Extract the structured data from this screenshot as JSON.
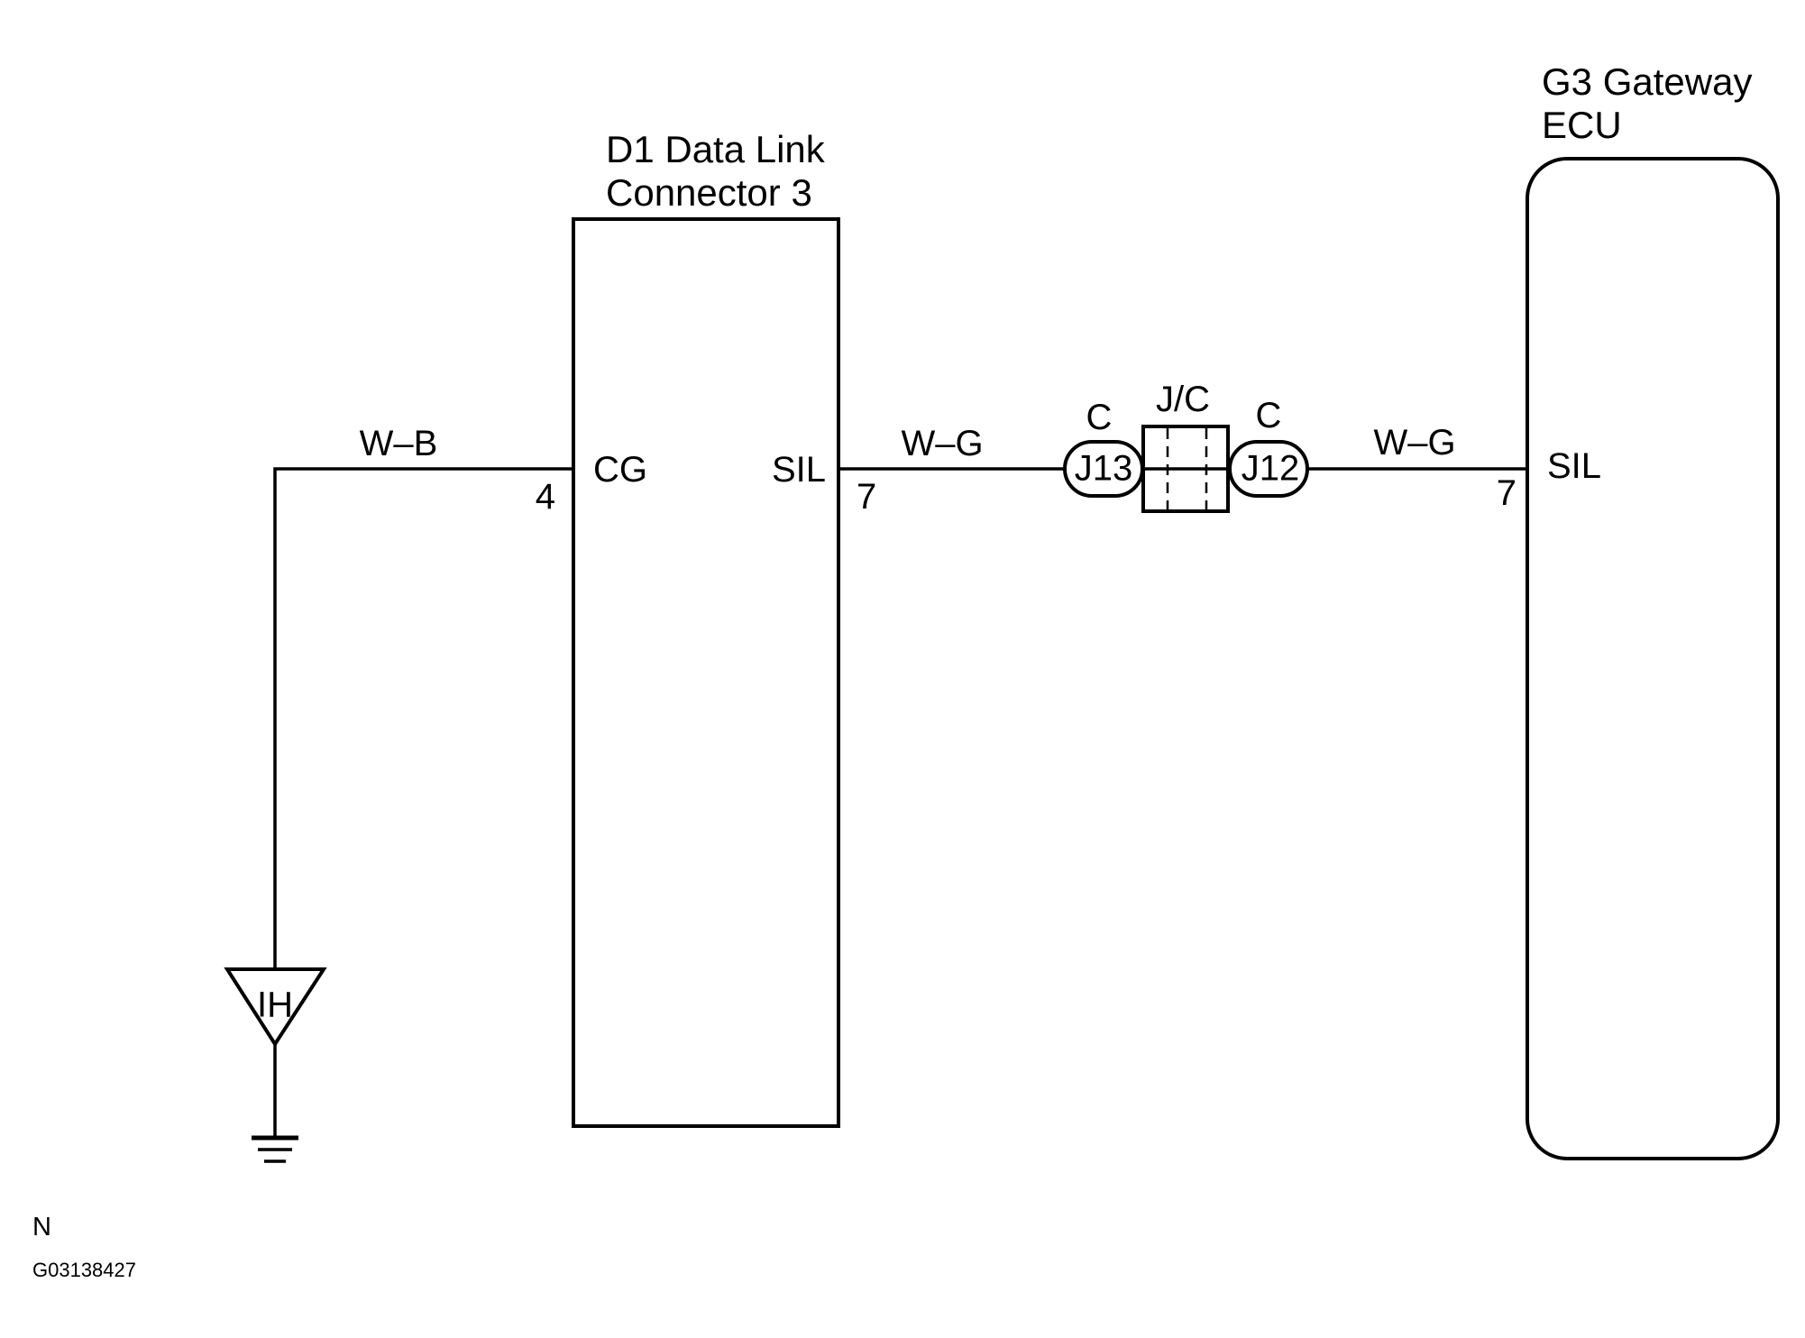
{
  "components": {
    "dlc": {
      "title_line1": "D1 Data Link",
      "title_line2": "Connector 3",
      "pin_cg_label": "CG",
      "pin_cg_number": "4",
      "pin_sil_label": "SIL",
      "pin_sil_number": "7"
    },
    "gateway": {
      "title_line1": "G3 Gateway",
      "title_line2": "ECU",
      "pin_sil_label": "SIL",
      "pin_sil_number": "7"
    },
    "junction_connector": {
      "label": "J/C",
      "left_connector": "J13",
      "left_connector_color": "C",
      "right_connector": "J12",
      "right_connector_color": "C"
    },
    "ground": {
      "label": "IH"
    }
  },
  "wires": {
    "ground_wire_color": "W–B",
    "sil_wire_left_color": "W–G",
    "sil_wire_right_color": "W–G"
  },
  "footer": {
    "code_letter": "N",
    "figure_id": "G03138427"
  }
}
